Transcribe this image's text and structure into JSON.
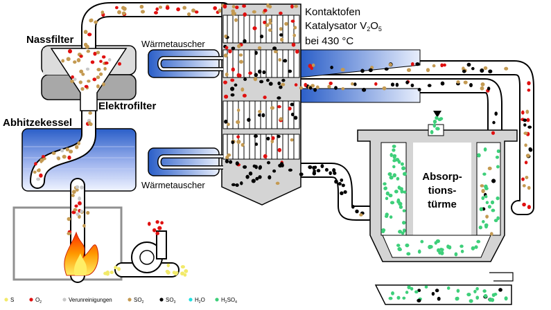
{
  "labels": {
    "nassfilter": "Nassfilter",
    "elektrofilter": "Elektrofilter",
    "abhitzekessel": "Abhitzekessel",
    "waermetauscher_top": "Wärmetauscher",
    "waermetauscher_bottom": "Wärmetauscher",
    "kontaktofen_line1": "Kontaktofen",
    "kontaktofen_line2_prefix": "Katalysator V",
    "kontaktofen_line2_sub1": "2",
    "kontaktofen_line2_mid": "O",
    "kontaktofen_line2_sub2": "5",
    "kontaktofen_line3": "bei 430 °C",
    "absorption_line1": "Absorp-",
    "absorption_line2": "tions-",
    "absorption_line3": "türme"
  },
  "legend": [
    {
      "label": "S",
      "sub": "",
      "color": "#f2ea6a"
    },
    {
      "label": "O",
      "sub": "2",
      "color": "#e01010"
    },
    {
      "label": "Verunreinigungen",
      "sub": "",
      "color": "#c8c8c8"
    },
    {
      "label": "SO",
      "sub": "2",
      "color": "#c49a52"
    },
    {
      "label": "SO",
      "sub": "3",
      "color": "#000000"
    },
    {
      "label": "H",
      "sub": "2",
      "label2": "O",
      "color": "#20e0e0"
    },
    {
      "label": "H",
      "sub": "2",
      "label2": "SO",
      "sub2": "4",
      "color": "#3ecf7a"
    }
  ],
  "colors": {
    "pipe": "#ffffff",
    "pipe_stroke": "#000000",
    "oven": "#d4d4d4",
    "blue_dark": "#2a5ec8",
    "blue_light": "#e8eefc",
    "filter_grey": "#d0d0d0",
    "filter_dark": "#a8a8a8",
    "furnace_frame": "#909090",
    "flame_red": "#ff2a00",
    "flame_yellow": "#ffee66"
  }
}
